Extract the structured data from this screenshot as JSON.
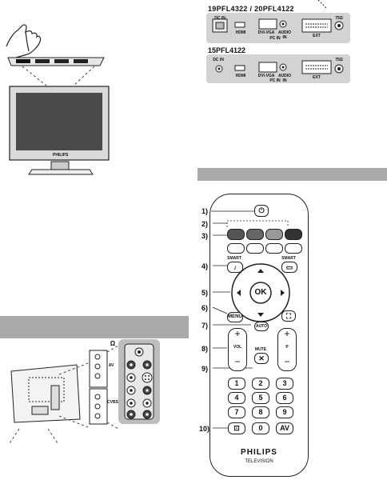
{
  "connectors": {
    "model_top": "19PFL4322 / 20PFL4122",
    "model_bottom": "15PFL4122",
    "dc_in": "DC IN",
    "hdmi": "HDMI",
    "dvi_vga": "DVI-VGA",
    "audio_in": "AUDIO IN",
    "pc_in": "PC IN",
    "ext": "EXT",
    "antenna": "75Ω"
  },
  "tv": {
    "brand": "PHILIPS"
  },
  "side_panel": {
    "headphone_symbol": "Ω",
    "av_label": "AV",
    "cvbs_label": "CVBS"
  },
  "remote": {
    "callouts": [
      "1)",
      "2)",
      "3)",
      "4)",
      "5)",
      "6)",
      "7)",
      "8)",
      "9)",
      "10)"
    ],
    "keys": {
      "smart_left": "SMART",
      "smart_right": "SMART",
      "ok": "OK",
      "menu": "MENU",
      "auto": "AUTO",
      "vol": "VOL",
      "p": "P",
      "mute": "MUTE",
      "plus": "+",
      "minus": "−",
      "av": "AV",
      "digits": [
        "1",
        "2",
        "3",
        "4",
        "5",
        "6",
        "7",
        "8",
        "9",
        "0"
      ]
    },
    "brand": "PHILIPS",
    "subtitle": "TELEVISION"
  }
}
